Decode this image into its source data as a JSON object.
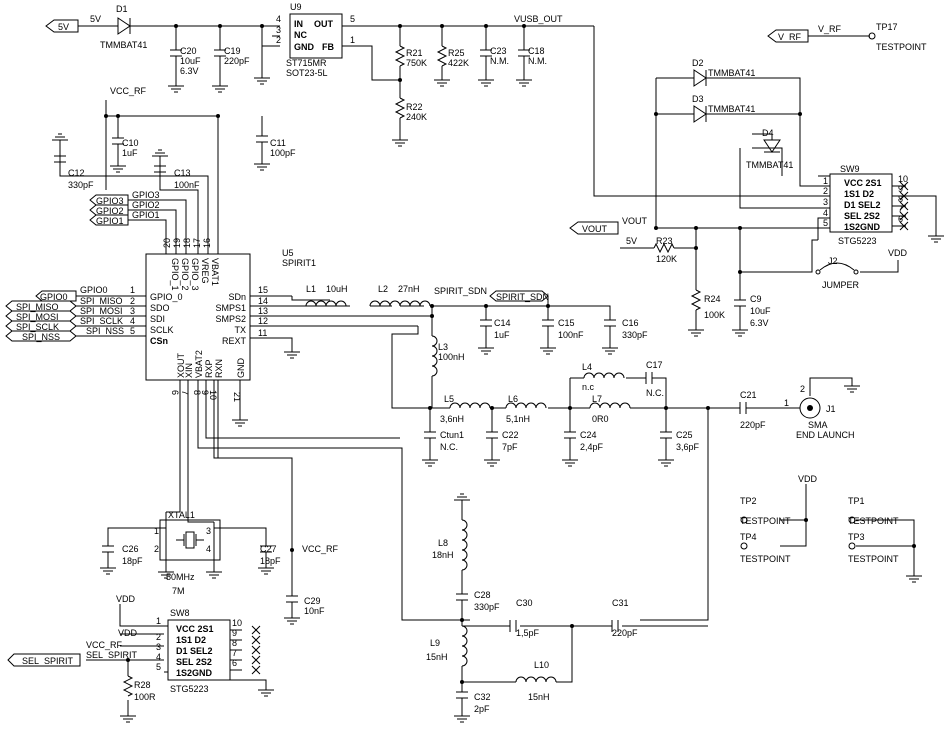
{
  "nets": {
    "n5v": "5V",
    "vusb_out": "VUSB_OUT",
    "vcc_rf": "VCC_RF",
    "v_rf": "V_RF",
    "vout": "VOUT",
    "vdd": "VDD",
    "spirit_sdn": "SPIRIT_SDN",
    "sel_spirit": "SEL_SPIRIT",
    "gpio0": "GPIO0",
    "gpio1": "GPIO1",
    "gpio2": "GPIO2",
    "gpio3": "GPIO3",
    "spi_miso": "SPI_MISO",
    "spi_mosi": "SPI_MOSI",
    "spi_sclk": "SPI_SCLK",
    "spi_nss": "SPI_NSS"
  },
  "u9": {
    "ref": "U9",
    "pin_in": "IN",
    "pin_out": "OUT",
    "pin_nc": "NC",
    "pin_gnd": "GND",
    "pin_fb": "FB",
    "part": "ST715MR",
    "package": "SOT23-5L",
    "n4": "4",
    "n3": "3",
    "n2": "2",
    "n5": "5",
    "n1": "1"
  },
  "u5": {
    "ref": "U5",
    "part": "SPIRIT1",
    "left_pins": [
      {
        "name": "GPIO_0",
        "num": "1"
      },
      {
        "name": "SDO",
        "num": "2"
      },
      {
        "name": "SDI",
        "num": "3"
      },
      {
        "name": "SCLK",
        "num": "4"
      },
      {
        "name": "CSn",
        "num": "5"
      }
    ],
    "right_pins": [
      {
        "name": "SDn",
        "num": "15"
      },
      {
        "name": "SMPS1",
        "num": "14"
      },
      {
        "name": "SMPS2",
        "num": "13"
      },
      {
        "name": "TX",
        "num": "12"
      },
      {
        "name": "REXT",
        "num": "11"
      }
    ],
    "top_pins": [
      {
        "name": "GPIO_1",
        "num": "20"
      },
      {
        "name": "GPIO_2",
        "num": "19"
      },
      {
        "name": "GPIO_3",
        "num": "18"
      },
      {
        "name": "VREG",
        "num": "17"
      },
      {
        "name": "VBAT1",
        "num": "16"
      }
    ],
    "bottom_pins": [
      {
        "name": "XOUT",
        "num": "6"
      },
      {
        "name": "XIN",
        "num": "7"
      },
      {
        "name": "VBAT2",
        "num": "8"
      },
      {
        "name": "RXP",
        "num": "9"
      },
      {
        "name": "RXN",
        "num": "10"
      },
      {
        "name": "GND",
        "num": "21"
      }
    ]
  },
  "diodes": {
    "d1": {
      "ref": "D1",
      "part": "TMMBAT41"
    },
    "d2": {
      "ref": "D2",
      "part": "TMMBAT41"
    },
    "d3": {
      "ref": "D3",
      "part": "TMMBAT41"
    },
    "d4": {
      "ref": "D4",
      "part": "TMMBAT41"
    }
  },
  "caps": {
    "c20": {
      "ref": "C20",
      "v1": "10uF",
      "v2": "6.3V"
    },
    "c19": {
      "ref": "C19",
      "v1": "220pF"
    },
    "c23": {
      "ref": "C23",
      "v1": "N.M."
    },
    "c18": {
      "ref": "C18",
      "v1": "N.M."
    },
    "c10": {
      "ref": "C10",
      "v1": "1uF"
    },
    "c11": {
      "ref": "C11",
      "v1": "100pF"
    },
    "c12": {
      "ref": "C12",
      "v1": "330pF"
    },
    "c13": {
      "ref": "C13",
      "v1": "100nF"
    },
    "c14": {
      "ref": "C14",
      "v1": "1uF"
    },
    "c15": {
      "ref": "C15",
      "v1": "100nF"
    },
    "c16": {
      "ref": "C16",
      "v1": "330pF"
    },
    "c17": {
      "ref": "C17",
      "v1": "N.C."
    },
    "ctun1": {
      "ref": "Ctun1",
      "v1": "N.C."
    },
    "c22": {
      "ref": "C22",
      "v1": "7pF"
    },
    "c24": {
      "ref": "C24",
      "v1": "2,4pF"
    },
    "c25": {
      "ref": "C25",
      "v1": "3,6pF"
    },
    "c21": {
      "ref": "C21",
      "v1": "220pF"
    },
    "c9": {
      "ref": "C9",
      "v1": "10uF",
      "v2": "6.3V"
    },
    "c26": {
      "ref": "C26",
      "v1": "18pF"
    },
    "c27": {
      "ref": "C27",
      "v1": "18pF"
    },
    "c29": {
      "ref": "C29",
      "v1": "10nF"
    },
    "c28": {
      "ref": "C28",
      "v1": "330pF"
    },
    "c30": {
      "ref": "C30",
      "v1": "1,5pF"
    },
    "c31": {
      "ref": "C31",
      "v1": "220pF"
    },
    "c32": {
      "ref": "C32",
      "v1": "2pF"
    }
  },
  "resistors": {
    "r21": {
      "ref": "R21",
      "v1": "750K"
    },
    "r25": {
      "ref": "R25",
      "v1": "422K"
    },
    "r22": {
      "ref": "R22",
      "v1": "240K"
    },
    "r23": {
      "ref": "R23",
      "v1": "120K"
    },
    "r24": {
      "ref": "R24",
      "v1": "100K"
    },
    "r28": {
      "ref": "R28",
      "v1": "100R"
    }
  },
  "inductors": {
    "l1": {
      "ref": "L1",
      "v1": "10uH"
    },
    "l2": {
      "ref": "L2",
      "v1": "27nH"
    },
    "l3": {
      "ref": "L3",
      "v1": "100nH"
    },
    "l4": {
      "ref": "L4",
      "v1": "n.c"
    },
    "l5": {
      "ref": "L5",
      "v1": "3,6nH"
    },
    "l6": {
      "ref": "L6",
      "v1": "5,1nH"
    },
    "l7": {
      "ref": "L7",
      "v1": "0R0"
    },
    "l8": {
      "ref": "L8",
      "v1": "18nH"
    },
    "l9": {
      "ref": "L9",
      "v1": "15nH"
    },
    "l10": {
      "ref": "L10",
      "v1": "15nH"
    }
  },
  "switches": {
    "sw9": {
      "ref": "SW9",
      "part": "STG5223",
      "row1": "VCC 2S1",
      "row2": "1S1   D2",
      "row3": "D1  SEL2",
      "row4": "SEL  2S2",
      "row5": "1S2GND",
      "nums": [
        "1",
        "2",
        "3",
        "4",
        "5"
      ],
      "right_nums": [
        "10",
        "9",
        "8",
        "7",
        "6"
      ]
    },
    "sw8": {
      "ref": "SW8",
      "part": "STG5223",
      "row1": "VCC 2S1",
      "row2": "1S1   D2",
      "row3": "D1  SEL2",
      "row4": "SEL  2S2",
      "row5": "1S2GND",
      "nums": [
        "1",
        "2",
        "3",
        "4",
        "5"
      ],
      "right_nums": [
        "10",
        "9",
        "8",
        "7",
        "6"
      ]
    }
  },
  "misc": {
    "xtal_ref": "XTAL1",
    "xtal_freq": "50MHz",
    "xtal_code": "7M",
    "xtal_p1": "1",
    "xtal_p2": "2",
    "xtal_p3": "3",
    "xtal_p4": "4",
    "j1_ref": "J1",
    "j1_l1": "SMA",
    "j1_l2": "END LAUNCH",
    "j1_p1": "1",
    "j1_p2": "2",
    "j2_ref": "J2",
    "j2_part": "JUMPER",
    "tp17": "TP17",
    "tp1": "TP1",
    "tp2": "TP2",
    "tp3": "TP3",
    "tp4": "TP4",
    "testpoint": "TESTPOINT"
  }
}
